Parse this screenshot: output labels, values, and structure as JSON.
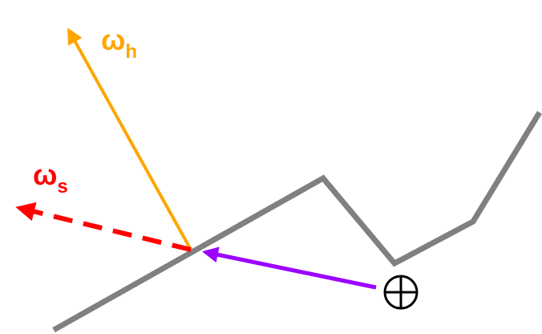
{
  "labels": {
    "omega_h": {
      "symbol": "ω",
      "subscript": "h"
    },
    "omega_s": {
      "symbol": "ω",
      "subscript": "s"
    },
    "source_symbol": "⊕"
  },
  "colors": {
    "surface": "#808080",
    "omega_h": "#FFA500",
    "omega_s": "#FF0000",
    "incident": "#9B00FF",
    "source": "#000000"
  },
  "icons": {
    "source": "circled-plus-icon"
  }
}
